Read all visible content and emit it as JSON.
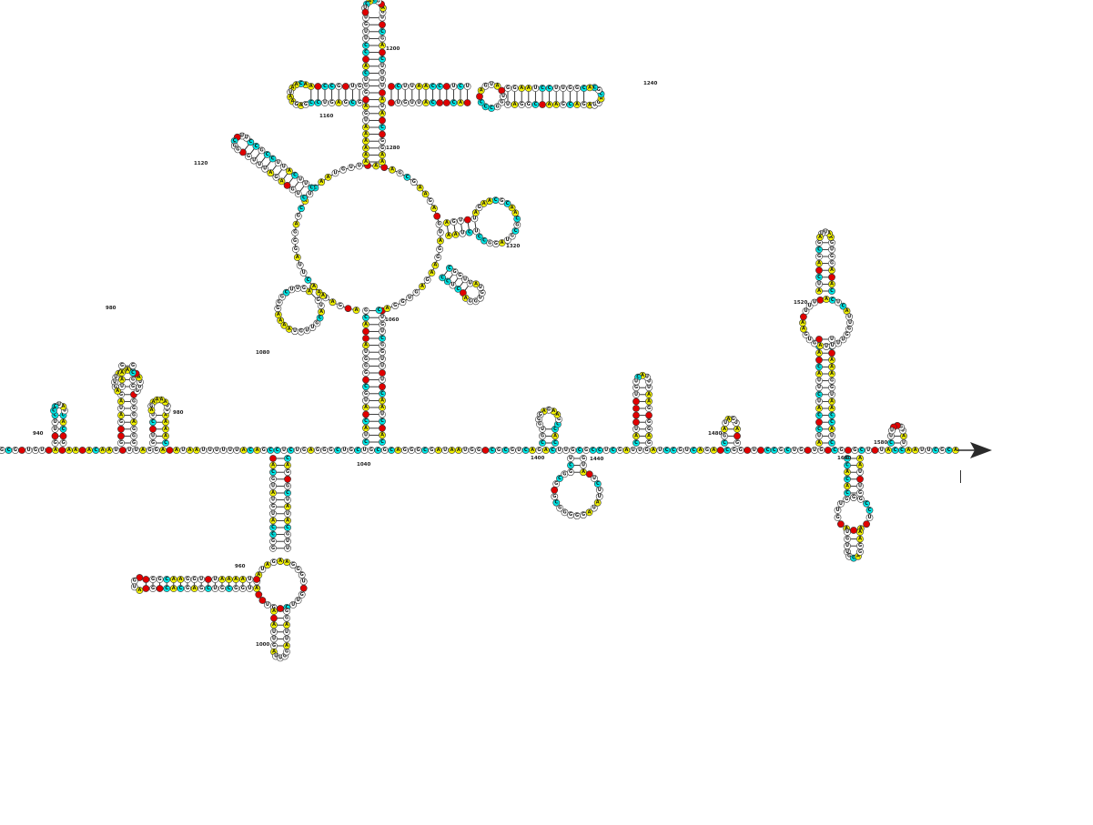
{
  "colors": {
    "A": "#f2f200",
    "C": "#00e5e5",
    "G": "#ffffff",
    "U": "#ffffff",
    "M": "#e00000",
    "line": "#333333",
    "arrow": "#2a2a2a"
  },
  "labels": [
    {
      "text": "940",
      "anchor": "hbb"
    },
    {
      "text": "980",
      "anchor": "p2"
    },
    {
      "text": "980",
      "anchor": "p3"
    },
    {
      "text": "960",
      "anchor": "below"
    },
    {
      "text": "1000",
      "anchor": "below2"
    },
    {
      "text": "1040",
      "anchor": "mid"
    },
    {
      "text": "1060",
      "anchor": "ring"
    },
    {
      "text": "1080",
      "anchor": "loopL"
    },
    {
      "text": "1120",
      "anchor": "arm"
    },
    {
      "text": "1160",
      "anchor": "topL"
    },
    {
      "text": "1200",
      "anchor": "topC"
    },
    {
      "text": "1280",
      "anchor": "topC2"
    },
    {
      "text": "1240",
      "anchor": "topR"
    },
    {
      "text": "1320",
      "anchor": "loopR"
    },
    {
      "text": "1400",
      "anchor": "hp5"
    },
    {
      "text": "1440",
      "anchor": "down2"
    },
    {
      "text": "1480",
      "anchor": "hp7"
    },
    {
      "text": "1520",
      "anchor": "bigR"
    },
    {
      "text": "1600",
      "anchor": "down3"
    },
    {
      "text": "1580",
      "anchor": "hp9"
    }
  ]
}
